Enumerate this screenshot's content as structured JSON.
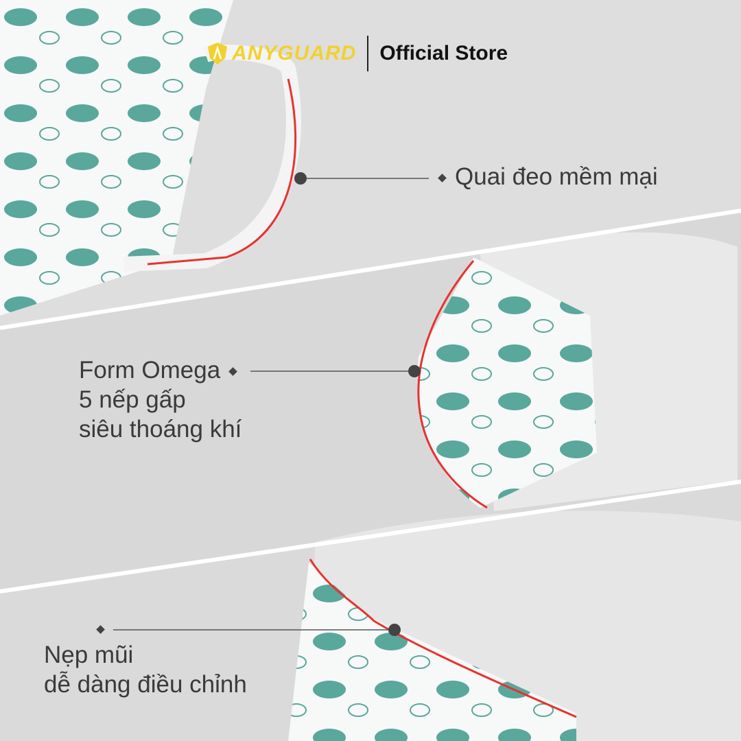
{
  "header": {
    "brand": "ANYGUARD",
    "store_label": "Official Store"
  },
  "features": [
    {
      "lines": [
        "Quai đeo mềm mại"
      ]
    },
    {
      "lines": [
        "Form Omega",
        "5 nếp gấp",
        "siêu thoáng khí"
      ]
    },
    {
      "lines": [
        "Nẹp mũi",
        "dễ dàng điều chỉnh"
      ]
    }
  ],
  "colors": {
    "brand": "#f2d12e",
    "highlight": "#e8322f",
    "mask_print": "#5aa79c"
  }
}
